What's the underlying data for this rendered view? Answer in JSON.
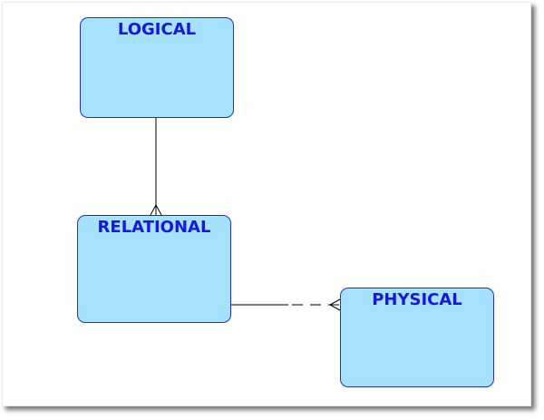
{
  "entities": [
    {
      "id": "logical",
      "label": "LOGICAL"
    },
    {
      "id": "relational",
      "label": "RELATIONAL"
    },
    {
      "id": "physical",
      "label": "PHYSICAL"
    }
  ],
  "relationships": [
    {
      "from": "LOGICAL",
      "to": "RELATIONAL",
      "line": "solid",
      "to_end": "crow-foot"
    },
    {
      "from": "RELATIONAL",
      "to": "PHYSICAL",
      "line": "solid-then-dashed",
      "to_end": "crow-foot"
    }
  ],
  "colors": {
    "entity_fill": "#a6e1fd",
    "entity_border": "#1f2fd6",
    "label": "#1616e6",
    "connector": "#000000"
  }
}
